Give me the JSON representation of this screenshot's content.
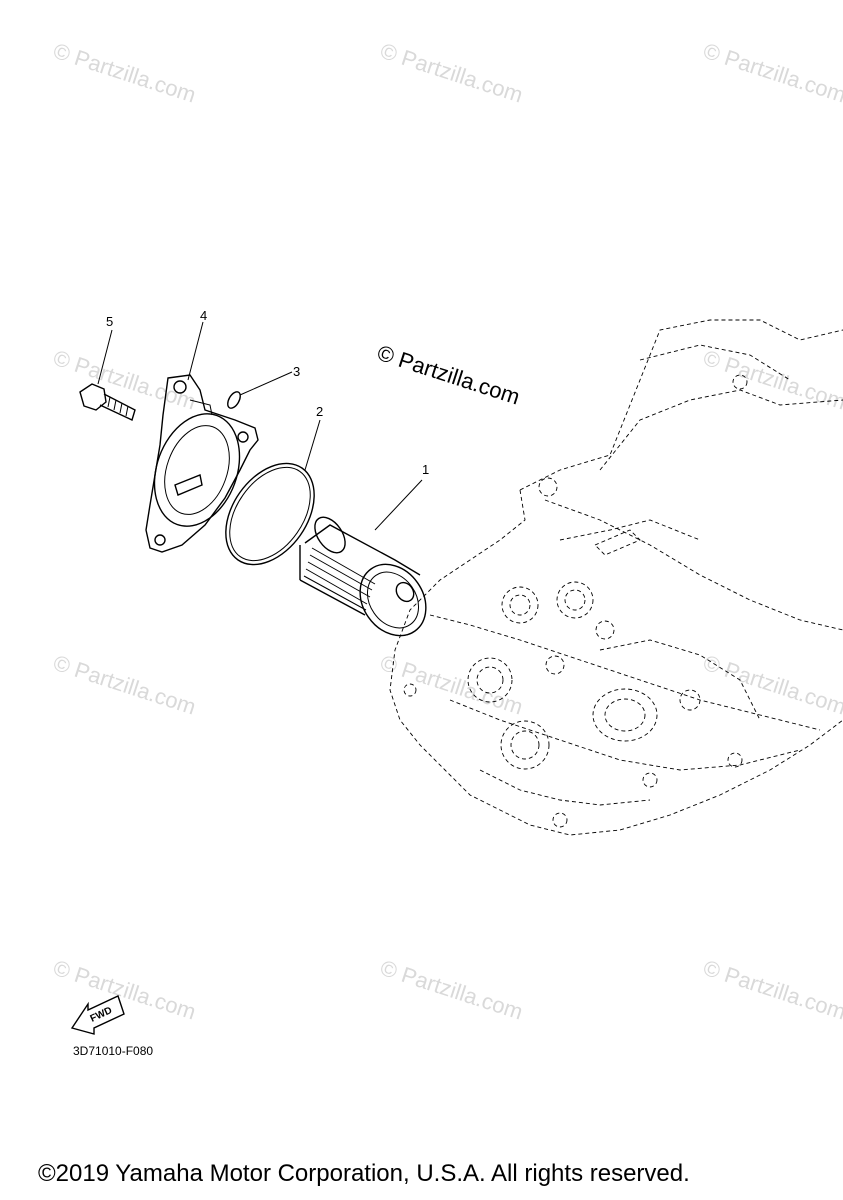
{
  "watermark": {
    "text": "© Partzilla.com",
    "center_text": "© Partzilla.com"
  },
  "callouts": [
    "1",
    "2",
    "3",
    "4",
    "5"
  ],
  "fwd_label": "FWD",
  "diagram_code": "3D71010-F080",
  "copyright": "©2019 Yamaha Motor Corporation, U.S.A. All rights reserved."
}
